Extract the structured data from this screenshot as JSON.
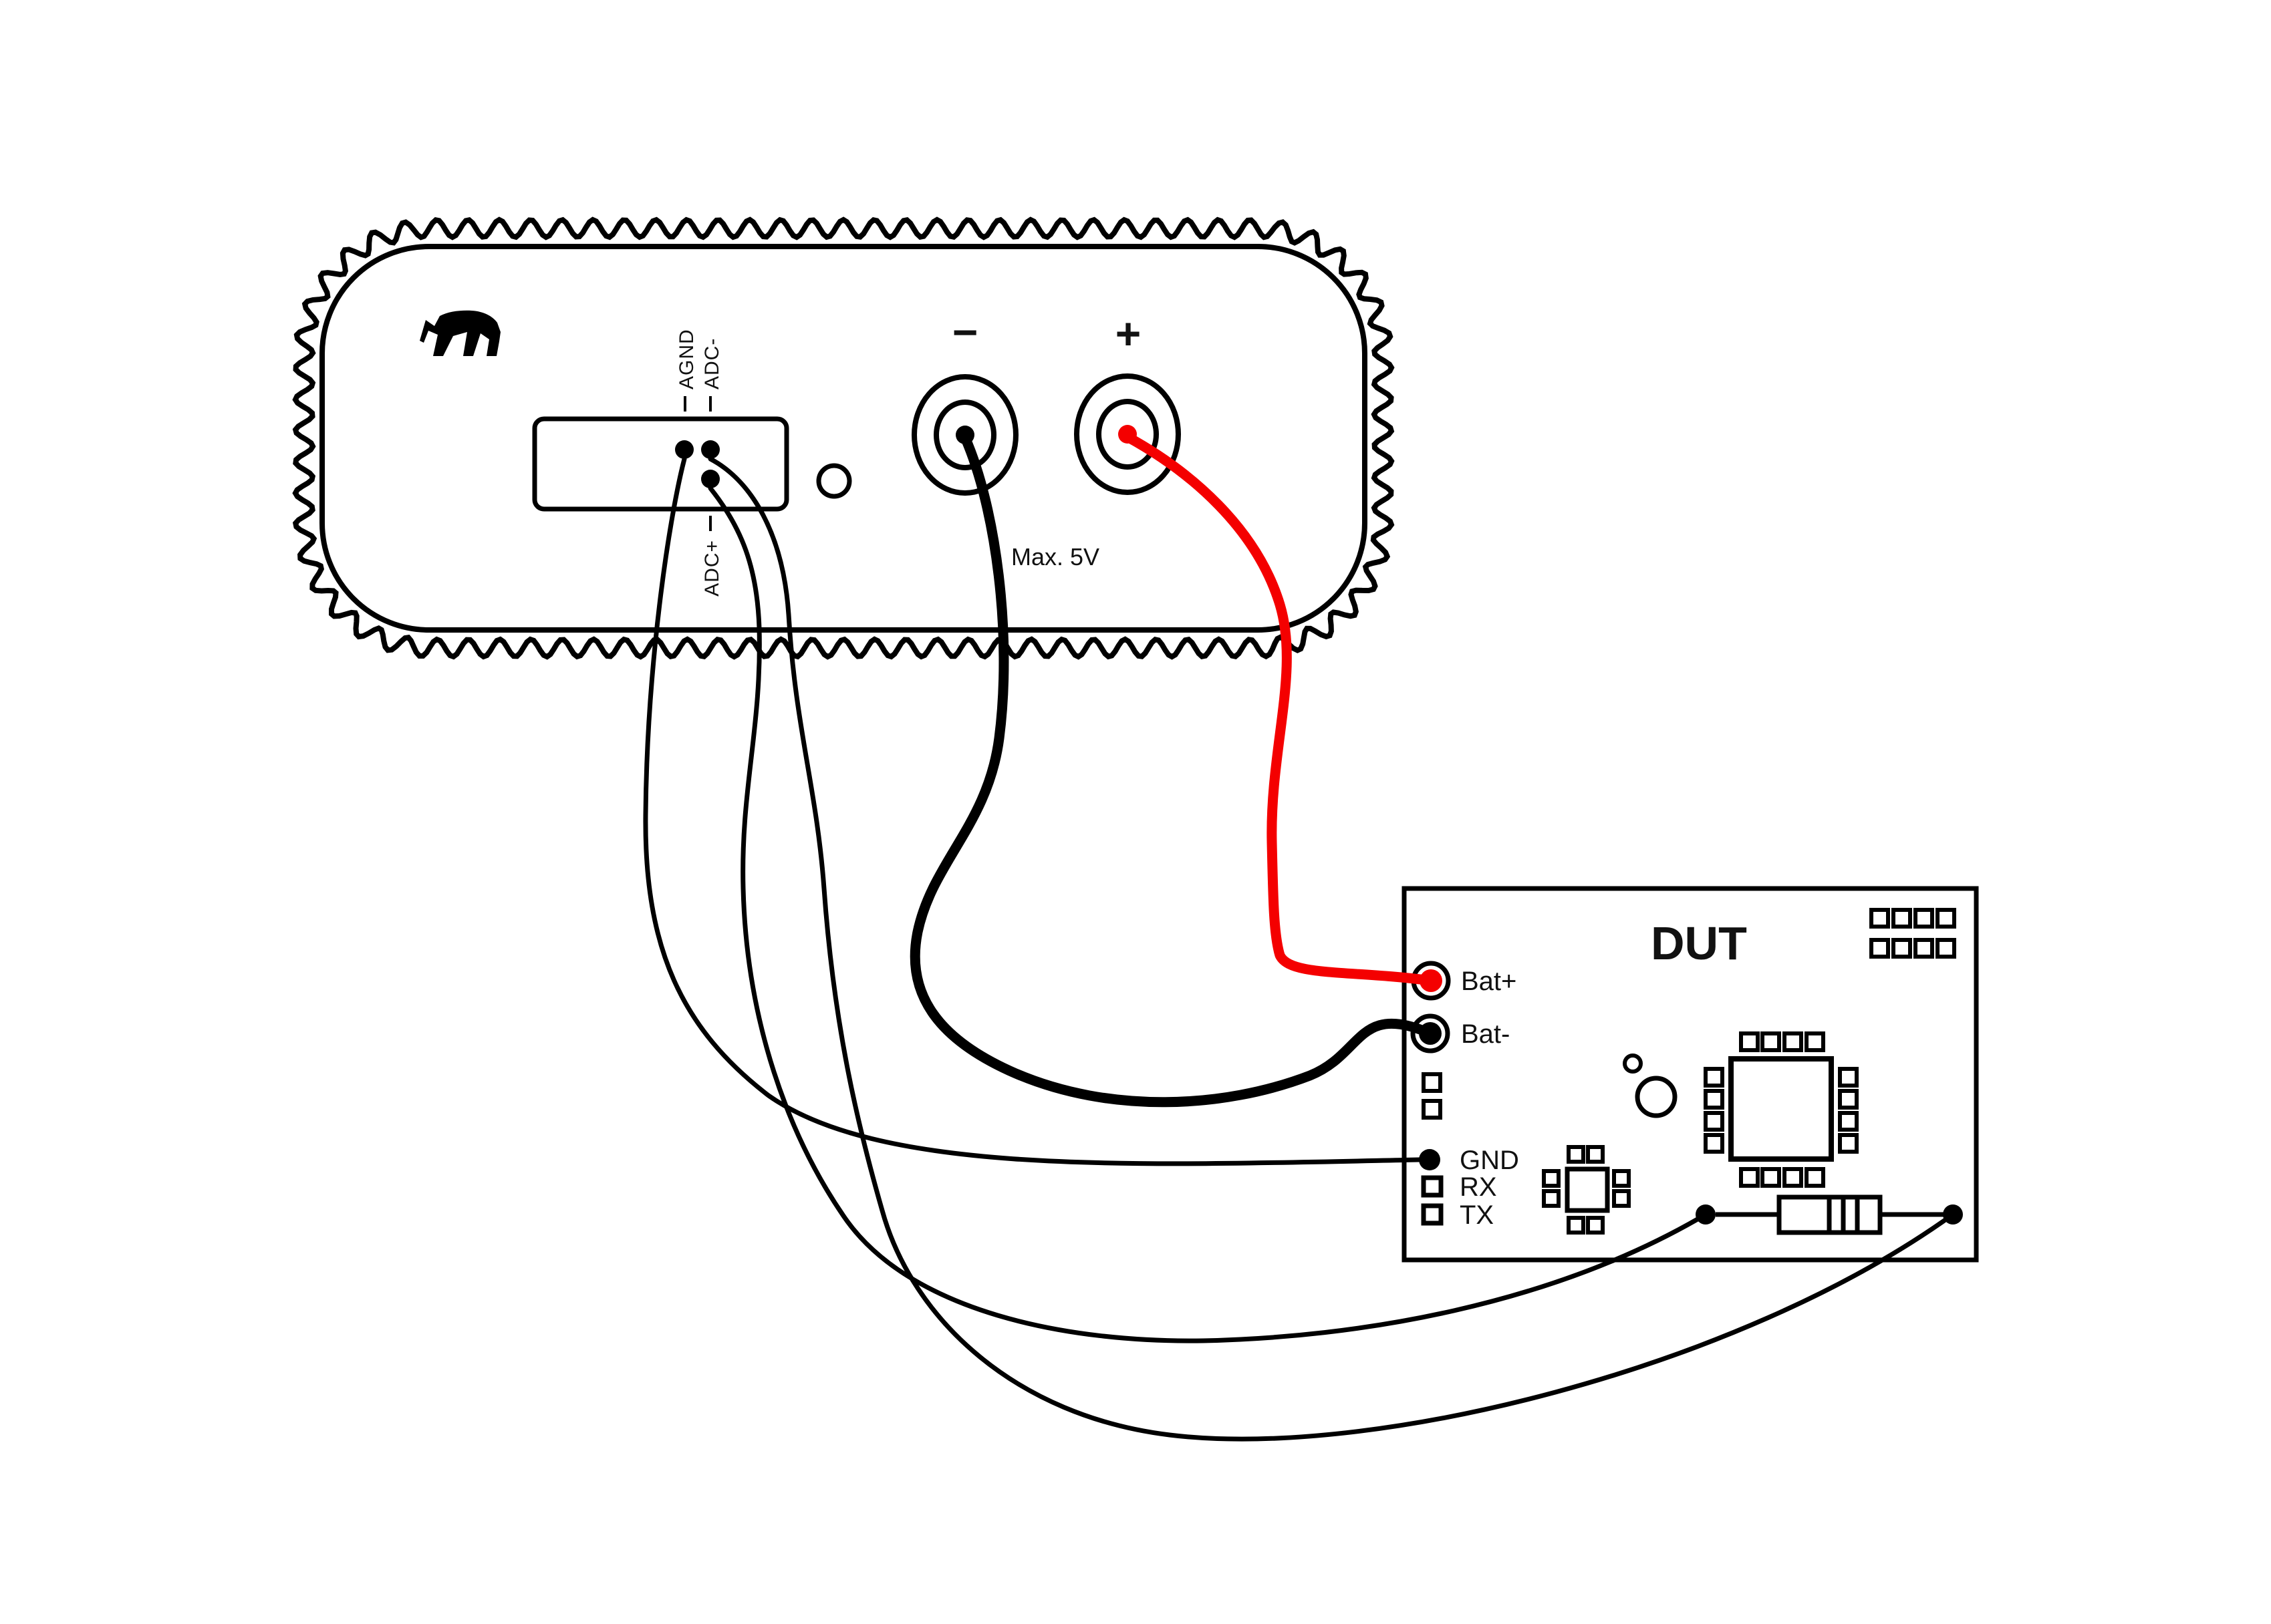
{
  "diagram": {
    "device": {
      "logo_icon": "bear-logo",
      "pins": {
        "agnd": "AGND",
        "adc_minus": "ADC-",
        "adc_plus": "ADC+"
      },
      "terminal_negative": "−",
      "terminal_positive": "+",
      "max_voltage_note": "Max. 5V"
    },
    "dut": {
      "title": "DUT",
      "bat_plus": "Bat+",
      "bat_minus": "Bat-",
      "gnd": "GND",
      "rx": "RX",
      "tx": "TX"
    },
    "colors": {
      "positive_wire": "#f40000",
      "ink": "#000000",
      "background": "#ffffff"
    }
  }
}
